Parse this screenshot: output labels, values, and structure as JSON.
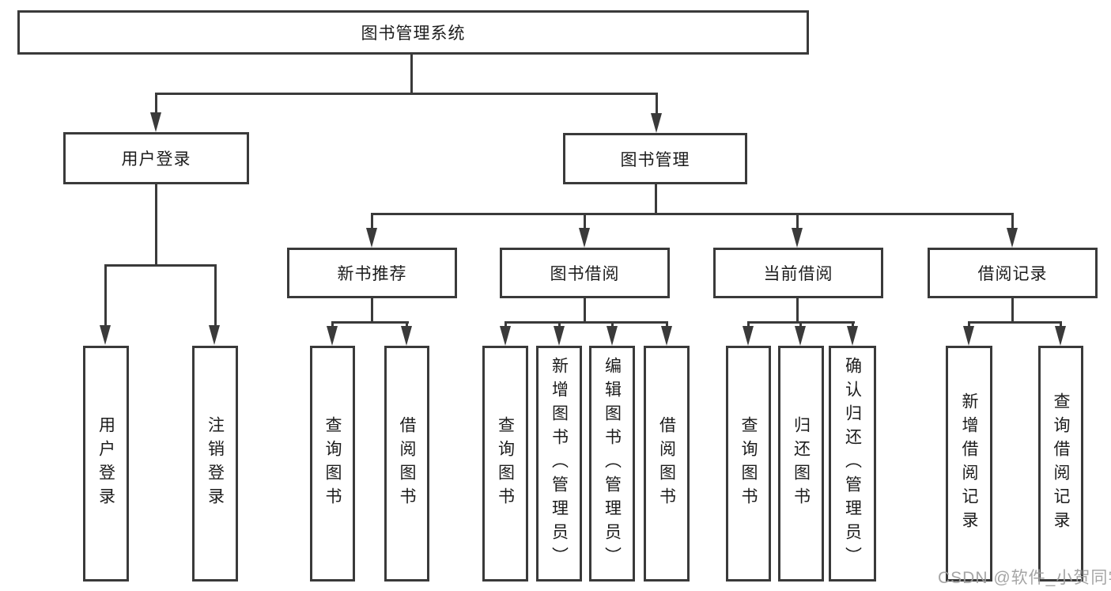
{
  "diagram": {
    "title": "图书管理系统",
    "colors": {
      "line": "#3a3a3a",
      "text": "#1c1c1c",
      "watermark": "#9e9e9e",
      "background": "#ffffff"
    },
    "tree": {
      "root": {
        "label": "图书管理系统"
      },
      "branches": [
        {
          "label": "用户登录",
          "children": [
            {
              "label": "用户登录"
            },
            {
              "label": "注销登录"
            }
          ]
        },
        {
          "label": "图书管理",
          "children": [
            {
              "label": "新书推荐",
              "children": [
                {
                  "label": "查询图书"
                },
                {
                  "label": "借阅图书"
                }
              ]
            },
            {
              "label": "图书借阅",
              "children": [
                {
                  "label": "查询图书"
                },
                {
                  "label": "新增图书（管理员）"
                },
                {
                  "label": "编辑图书（管理员）"
                },
                {
                  "label": "借阅图书"
                }
              ]
            },
            {
              "label": "当前借阅",
              "children": [
                {
                  "label": "查询图书"
                },
                {
                  "label": "归还图书"
                },
                {
                  "label": "确认归还（管理员）"
                }
              ]
            },
            {
              "label": "借阅记录",
              "children": [
                {
                  "label": "新增借阅记录"
                },
                {
                  "label": "查询借阅记录"
                }
              ]
            }
          ]
        }
      ]
    },
    "watermark": "CSDN @软件_小贺同学"
  }
}
